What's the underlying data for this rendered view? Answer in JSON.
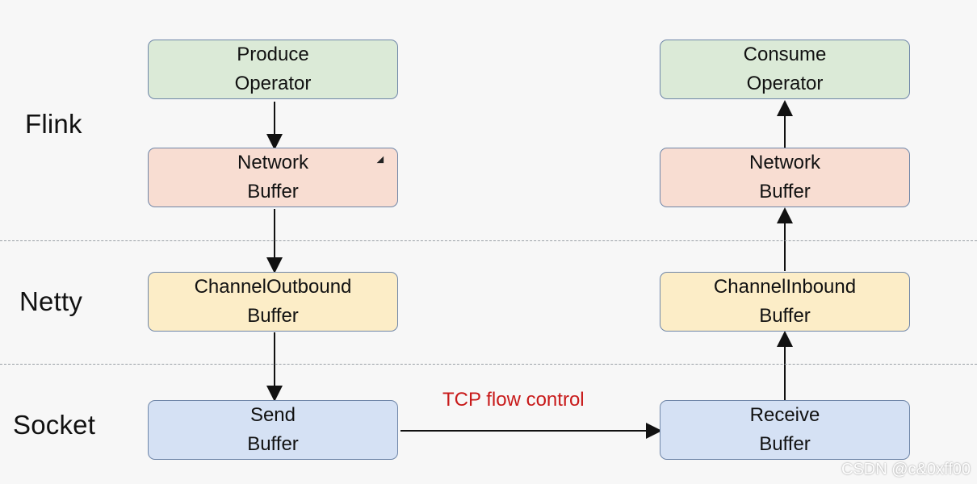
{
  "layers": {
    "flink": "Flink",
    "netty": "Netty",
    "socket": "Socket"
  },
  "left": {
    "produce_operator": [
      "Produce",
      "Operator"
    ],
    "network_buffer": [
      "Network",
      "Buffer"
    ],
    "channel_outbound_buffer": [
      "ChannelOutbound",
      "Buffer"
    ],
    "send_buffer": [
      "Send",
      "Buffer"
    ]
  },
  "right": {
    "consume_operator": [
      "Consume",
      "Operator"
    ],
    "network_buffer": [
      "Network",
      "Buffer"
    ],
    "channel_inbound_buffer": [
      "ChannelInbound",
      "Buffer"
    ],
    "receive_buffer": [
      "Receive",
      "Buffer"
    ]
  },
  "tcp_flow_control": "TCP flow control",
  "watermark": "CSDN @c&0xff00",
  "colors": {
    "operator": "#dbead7",
    "network_buffer": "#f8ddd2",
    "netty_buffer": "#fcedc7",
    "socket_buffer": "#d5e1f4",
    "accent": "#c81a1a"
  }
}
